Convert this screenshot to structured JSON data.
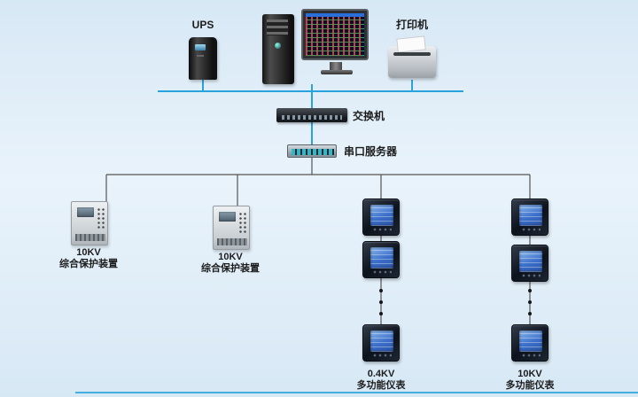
{
  "colors": {
    "bus": "#2aa3dc",
    "branch": "#555555",
    "background": "#dcebf7",
    "meter_screen": "#3b6fca"
  },
  "nodes": {
    "ups": {
      "label": "UPS"
    },
    "printer": {
      "label": "打印机"
    },
    "switch": {
      "label": "交换机"
    },
    "serial_server": {
      "label": "串口服务器"
    },
    "protection_device_1": {
      "line1": "10KV",
      "line2": "综合保护装置"
    },
    "protection_device_2": {
      "line1": "10KV",
      "line2": "综合保护装置"
    },
    "meter_column_1": {
      "line1": "0.4KV",
      "line2": "多功能仪表"
    },
    "meter_column_2": {
      "line1": "10KV",
      "line2": "多功能仪表"
    }
  }
}
